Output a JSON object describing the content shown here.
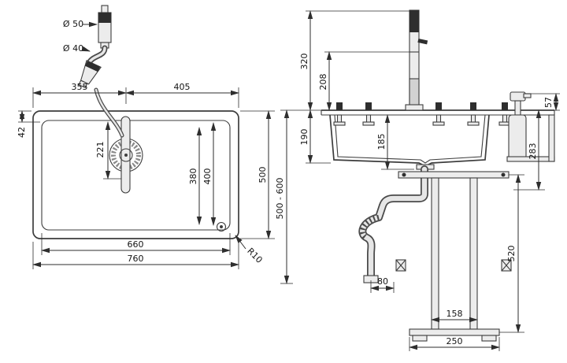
{
  "top_view": {
    "dia_faucet": "Ø 50",
    "dia_hose": "Ø 40",
    "d355": "355",
    "d405": "405",
    "d42": "42",
    "d221": "221",
    "d380": "380",
    "d400": "400",
    "d500": "500",
    "d660": "660",
    "d760": "760",
    "r10": "R10"
  },
  "side_view": {
    "d320": "320",
    "d208": "208",
    "d190": "190",
    "d185": "185",
    "d57": "57",
    "d283": "283",
    "height_range": "500 - 600",
    "d520": "520",
    "d80": "80",
    "d158": "158",
    "d250": "250"
  },
  "colors": {
    "line": "#3d3d3d",
    "fill_light": "#ececec",
    "fill_dark": "#2e2e2e",
    "background": "#ffffff"
  }
}
